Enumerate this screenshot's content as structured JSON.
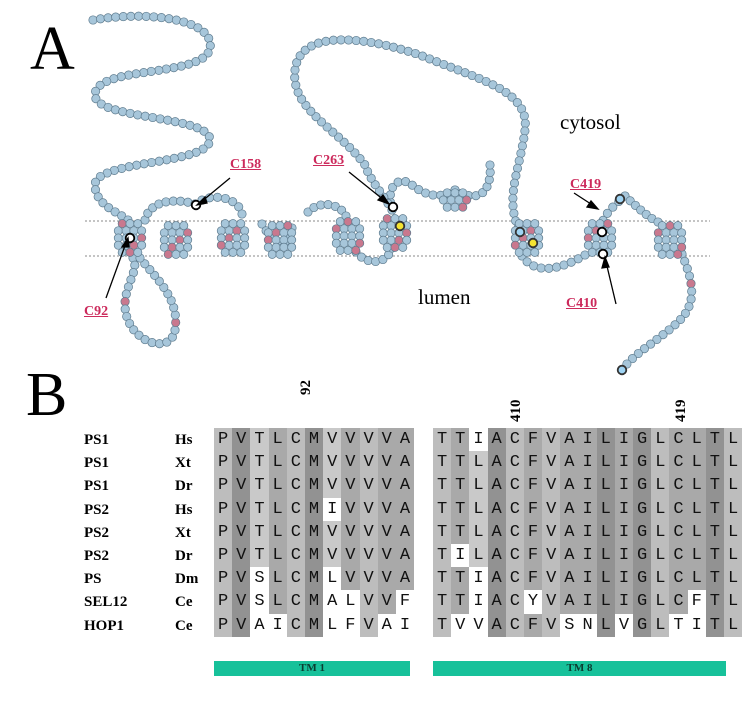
{
  "panel_a": {
    "label": "A",
    "cytosol": "cytosol",
    "lumen": "lumen",
    "cysteines": [
      "C92",
      "C158",
      "C263",
      "C410",
      "C419"
    ]
  },
  "panel_b": {
    "label": "B",
    "positions": [
      "92",
      "410",
      "419"
    ],
    "rows": [
      {
        "protein": "PS1",
        "species": "Hs",
        "tm1": "PVTLCMVVVVA",
        "tm8": "TTIACFVAILIGLCLTL"
      },
      {
        "protein": "PS1",
        "species": "Xt",
        "tm1": "PVTLCMVVVVA",
        "tm8": "TTLACFVAILIGLCLTL"
      },
      {
        "protein": "PS1",
        "species": "Dr",
        "tm1": "PVTLCMVVVVA",
        "tm8": "TTLACFVAILIGLCLTL"
      },
      {
        "protein": "PS2",
        "species": "Hs",
        "tm1": "PVTLCMIVVVA",
        "tm8": "TTLACFVAILIGLCLTL"
      },
      {
        "protein": "PS2",
        "species": "Xt",
        "tm1": "PVTLCMVVVVA",
        "tm8": "TTLACFVAILIGLCLTL"
      },
      {
        "protein": "PS2",
        "species": "Dr",
        "tm1": "PVTLCMVVVVA",
        "tm8": "TILACFVAILIGLCLTL"
      },
      {
        "protein": "PS",
        "species": "Dm",
        "tm1": "PVSLCMLVVVA",
        "tm8": "TTIACFVAILIGLCLTL"
      },
      {
        "protein": "SEL12",
        "species": "Ce",
        "tm1": "PVSLCMALVVF",
        "tm8": "TTIACYVAILIGLCFTL"
      },
      {
        "protein": "HOP1",
        "species": "Ce",
        "tm1": "PVAICMLFVAI",
        "tm8": "TVVACFVSNLVGLTITL"
      }
    ],
    "tm1_label": "TM 1",
    "tm8_label": "TM 8"
  }
}
